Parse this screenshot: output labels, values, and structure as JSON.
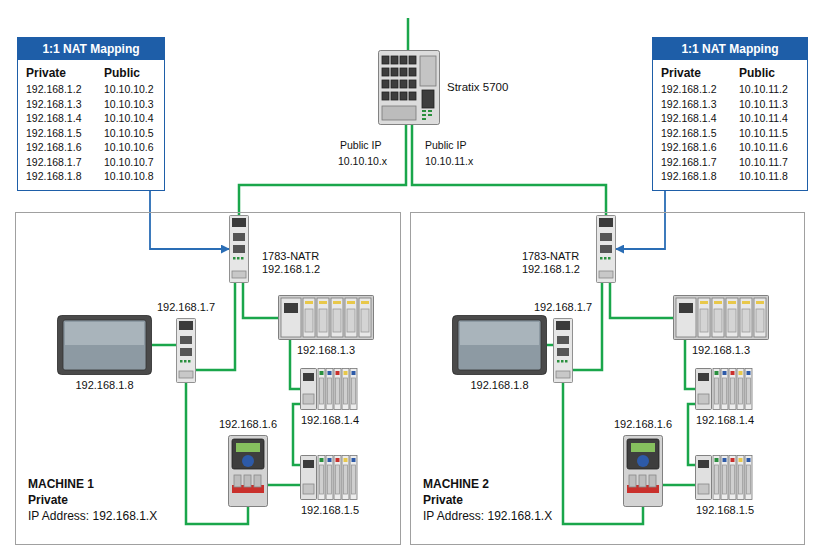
{
  "diagram": {
    "nodes": [
      {
        "text": [
          "1:1 NAT Mapping",
          "Private",
          "Public",
          "192.168.1.2",
          "10.10.10.2",
          "192.168.1.3",
          "10.10.10.3",
          "192.168.1.4",
          "10.10.10.4",
          "192.168.1.5",
          "10.10.10.5",
          "192.168.1.6",
          "10.10.10.6",
          "192.168.1.7",
          "10.10.10.7",
          "192.168.1.8",
          "10.10.10.8"
        ]
      },
      {
        "text": [
          "Stratix 5700"
        ]
      },
      {
        "text": [
          "1:1 NAT Mapping",
          "Private",
          "Public",
          "192.168.1.2",
          "10.10.11.2",
          "192.168.1.3",
          "10.10.11.3",
          "192.168.1.4",
          "10.10.11.4",
          "192.168.1.5",
          "10.10.11.5",
          "192.168.1.6",
          "10.10.11.6",
          "192.168.1.7",
          "10.10.11.7",
          "192.168.1.8",
          "10.10.11.8"
        ]
      },
      {
        "text": [
          "MACHINE 1",
          "Private",
          "IP Address: 192.168.1.X"
        ]
      },
      {
        "text": [
          "1783-NATR",
          "192.168.1.2"
        ],
        "in": 3
      },
      {
        "text": [
          "192.168.1.7"
        ],
        "in": 3
      },
      {
        "text": [
          "192.168.1.8"
        ],
        "in": 3
      },
      {
        "text": [
          "192.168.1.3"
        ],
        "in": 3
      },
      {
        "text": [
          "192.168.1.4"
        ],
        "in": 3
      },
      {
        "text": [
          "192.168.1.6"
        ],
        "in": 3
      },
      {
        "text": [
          "192.168.1.5"
        ],
        "in": 3
      },
      {
        "text": [
          "MACHINE 2",
          "Private",
          "IP Address: 192.168.1.X"
        ]
      },
      {
        "text": [
          "1783-NATR",
          "192.168.1.2"
        ],
        "in": 11
      },
      {
        "text": [
          "192.168.1.7"
        ],
        "in": 11
      },
      {
        "text": [
          "192.168.1.8"
        ],
        "in": 11
      },
      {
        "text": [
          "192.168.1.3"
        ],
        "in": 11
      },
      {
        "text": [
          "192.168.1.4"
        ],
        "in": 11
      },
      {
        "text": [
          "192.168.1.6"
        ],
        "in": 11
      },
      {
        "text": [
          "192.168.1.5"
        ],
        "in": 11
      }
    ],
    "edges": [
      {
        "from": 1,
        "to": 4,
        "arrow": "none"
      },
      {
        "from": 1,
        "to": 12,
        "arrow": "none"
      },
      {
        "from": 0,
        "to": 4,
        "arrow": "to"
      },
      {
        "from": 2,
        "to": 12,
        "arrow": "to"
      },
      {
        "from": 4,
        "to": 7,
        "arrow": "none"
      },
      {
        "from": 4,
        "to": 5,
        "arrow": "none"
      },
      {
        "from": 5,
        "to": 6,
        "arrow": "none"
      },
      {
        "from": 5,
        "to": 9,
        "arrow": "none"
      },
      {
        "from": 9,
        "to": 10,
        "arrow": "none"
      },
      {
        "from": 7,
        "to": 8,
        "arrow": "none"
      },
      {
        "from": 8,
        "to": 10,
        "arrow": "none"
      },
      {
        "from": 12,
        "to": 15,
        "arrow": "none"
      },
      {
        "from": 12,
        "to": 13,
        "arrow": "none"
      },
      {
        "from": 13,
        "to": 14,
        "arrow": "none"
      },
      {
        "from": 13,
        "to": 17,
        "arrow": "none"
      },
      {
        "from": 17,
        "to": 18,
        "arrow": "none"
      },
      {
        "from": 15,
        "to": 16,
        "arrow": "none"
      },
      {
        "from": 16,
        "to": 18,
        "arrow": "none"
      }
    ],
    "labels": [
      "Public IP",
      "10.10.10.x",
      "Public IP",
      "10.10.11.x"
    ]
  }
}
